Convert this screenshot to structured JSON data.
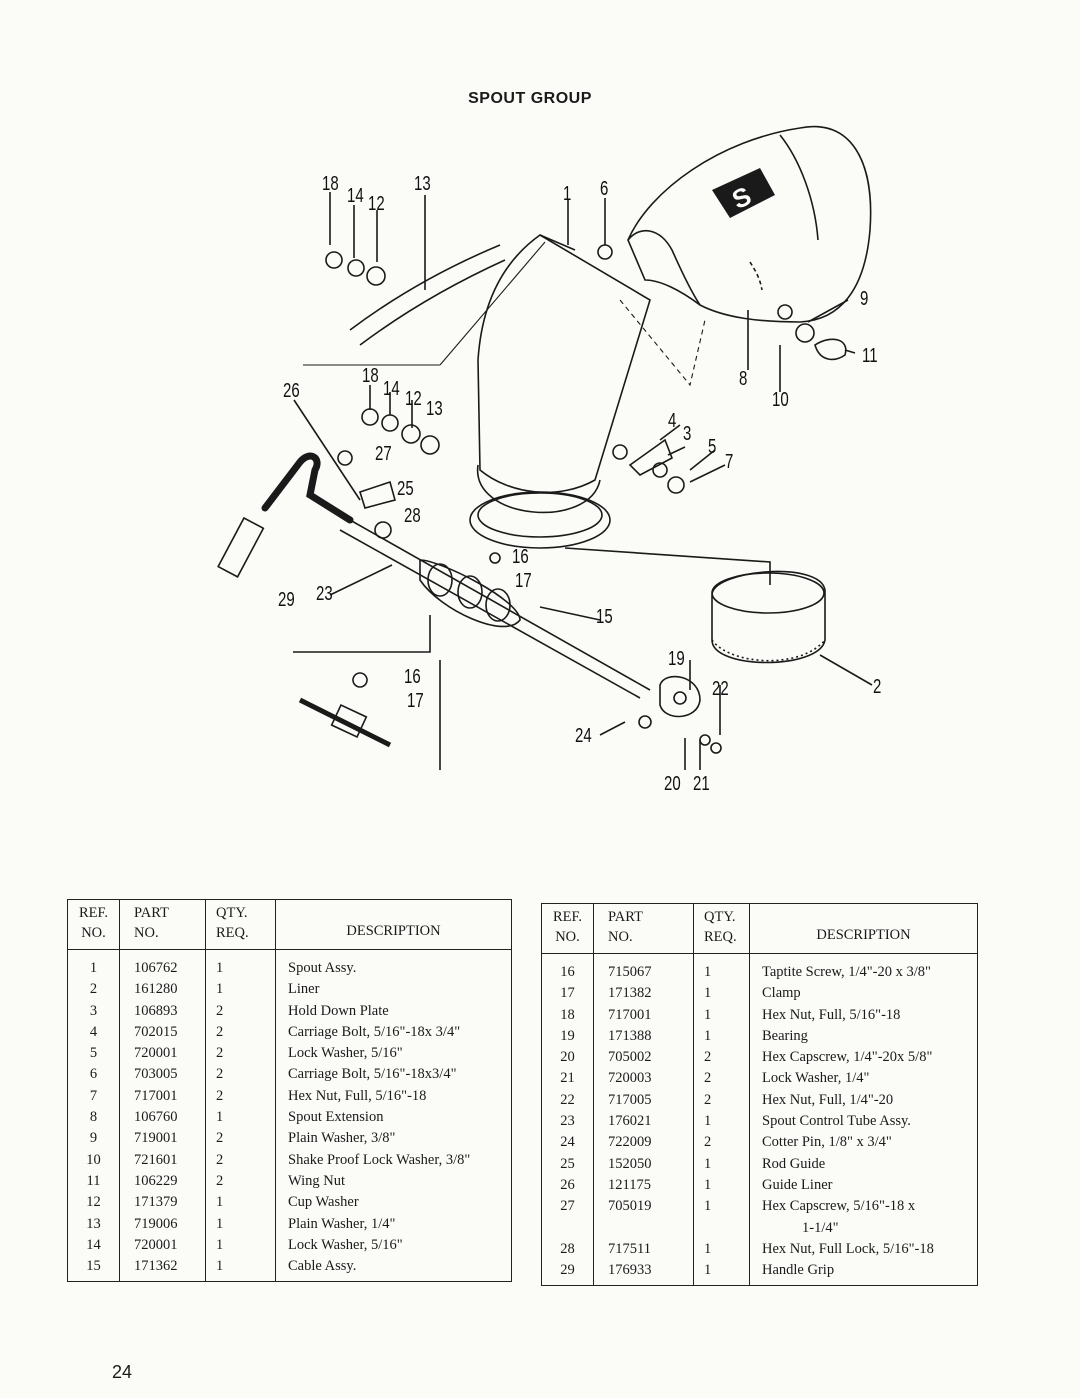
{
  "page": {
    "title": "SPOUT GROUP",
    "page_number": "24"
  },
  "diagram": {
    "callouts": [
      "18",
      "14",
      "12",
      "13",
      "1",
      "6",
      "9",
      "11",
      "8",
      "10",
      "26",
      "18",
      "14",
      "12",
      "13",
      "27",
      "4",
      "3",
      "5",
      "7",
      "25",
      "28",
      "16",
      "17",
      "29",
      "23",
      "15",
      "19",
      "22",
      "2",
      "16",
      "17",
      "24",
      "20",
      "21"
    ]
  },
  "tables": {
    "headers": {
      "ref": [
        "REF.",
        "NO."
      ],
      "part": [
        "PART",
        "NO."
      ],
      "qty": [
        "QTY.",
        "REQ."
      ],
      "description": "DESCRIPTION"
    },
    "left": [
      {
        "ref": "1",
        "part": "106762",
        "qty": "1",
        "description": "Spout Assy."
      },
      {
        "ref": "2",
        "part": "161280",
        "qty": "1",
        "description": "Liner"
      },
      {
        "ref": "3",
        "part": "106893",
        "qty": "2",
        "description": "Hold Down Plate"
      },
      {
        "ref": "4",
        "part": "702015",
        "qty": "2",
        "description": "Carriage Bolt, 5/16\"-18x 3/4\""
      },
      {
        "ref": "5",
        "part": "720001",
        "qty": "2",
        "description": "Lock Washer, 5/16\""
      },
      {
        "ref": "6",
        "part": "703005",
        "qty": "2",
        "description": "Carriage Bolt, 5/16\"-18x3/4\""
      },
      {
        "ref": "7",
        "part": "717001",
        "qty": "2",
        "description": "Hex Nut, Full, 5/16\"-18"
      },
      {
        "ref": "8",
        "part": "106760",
        "qty": "1",
        "description": "Spout Extension"
      },
      {
        "ref": "9",
        "part": "719001",
        "qty": "2",
        "description": "Plain Washer, 3/8\""
      },
      {
        "ref": "10",
        "part": "721601",
        "qty": "2",
        "description": "Shake Proof Lock Washer, 3/8\""
      },
      {
        "ref": "11",
        "part": "106229",
        "qty": "2",
        "description": "Wing Nut"
      },
      {
        "ref": "12",
        "part": "171379",
        "qty": "1",
        "description": "Cup Washer"
      },
      {
        "ref": "13",
        "part": "719006",
        "qty": "1",
        "description": "Plain Washer, 1/4\""
      },
      {
        "ref": "14",
        "part": "720001",
        "qty": "1",
        "description": "Lock Washer, 5/16\""
      },
      {
        "ref": "15",
        "part": "171362",
        "qty": "1",
        "description": "Cable Assy."
      }
    ],
    "right": [
      {
        "ref": "16",
        "part": "715067",
        "qty": "1",
        "description": "Taptite Screw, 1/4\"-20 x 3/8\""
      },
      {
        "ref": "17",
        "part": "171382",
        "qty": "1",
        "description": "Clamp"
      },
      {
        "ref": "18",
        "part": "717001",
        "qty": "1",
        "description": "Hex Nut, Full, 5/16\"-18"
      },
      {
        "ref": "19",
        "part": "171388",
        "qty": "1",
        "description": "Bearing"
      },
      {
        "ref": "20",
        "part": "705002",
        "qty": "2",
        "description": "Hex Capscrew, 1/4\"-20x 5/8\""
      },
      {
        "ref": "21",
        "part": "720003",
        "qty": "2",
        "description": "Lock Washer, 1/4\""
      },
      {
        "ref": "22",
        "part": "717005",
        "qty": "2",
        "description": "Hex Nut, Full, 1/4\"-20"
      },
      {
        "ref": "23",
        "part": "176021",
        "qty": "1",
        "description": "Spout Control Tube Assy."
      },
      {
        "ref": "24",
        "part": "722009",
        "qty": "2",
        "description": "Cotter Pin, 1/8\" x 3/4\""
      },
      {
        "ref": "25",
        "part": "152050",
        "qty": "1",
        "description": "Rod Guide"
      },
      {
        "ref": "26",
        "part": "121175",
        "qty": "1",
        "description": "Guide Liner"
      },
      {
        "ref": "27",
        "part": "705019",
        "qty": "1",
        "description": "Hex Capscrew, 5/16\"-18 x",
        "description_cont": "1-1/4\""
      },
      {
        "ref": "28",
        "part": "717511",
        "qty": "1",
        "description": "Hex Nut, Full Lock, 5/16\"-18"
      },
      {
        "ref": "29",
        "part": "176933",
        "qty": "1",
        "description": "Handle Grip"
      }
    ]
  }
}
